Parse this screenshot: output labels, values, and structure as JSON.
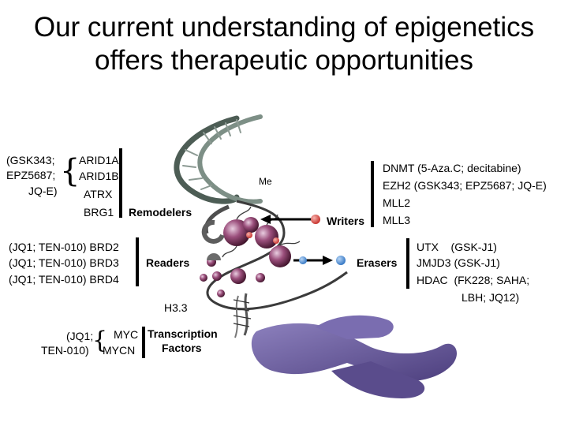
{
  "title": {
    "line1": "Our current understanding of epigenetics",
    "line2": "offers therapeutic opportunities"
  },
  "remodelers": {
    "inhibitors": [
      "(GSK343;",
      "EPZ5687;",
      "JQ-E)"
    ],
    "proteins": [
      "ARID1A",
      "ARID1B",
      "ATRX",
      "BRG1"
    ],
    "label": "Remodelers"
  },
  "readers": {
    "rows": [
      "(JQ1; TEN-010) BRD2",
      "(JQ1; TEN-010) BRD3",
      "(JQ1; TEN-010) BRD4"
    ],
    "label": "Readers"
  },
  "writers": {
    "label": "Writers",
    "rows": [
      "DNMT (5-Aza.C; decitabine)",
      "EZH2 (GSK343; EPZ5687; JQ-E)",
      "MLL2",
      "MLL3"
    ]
  },
  "erasers": {
    "label": "Erasers",
    "rows": [
      "UTX    (GSK-J1)",
      "JMJD3 (GSK-J1)",
      "HDAC  (FK228; SAHA;",
      "LBH; JQ12)"
    ]
  },
  "histone_variant": "H3.3",
  "transcription_factors": {
    "inhibitors": [
      "(JQ1;",
      "TEN-010)"
    ],
    "proteins": [
      "MYC",
      "MYCN"
    ],
    "label_line1": "Transcription",
    "label_line2": "Factors"
  },
  "me_label": "Me",
  "colors": {
    "methyl_red": "#d9403a",
    "eraser_blue": "#3f86d6",
    "nucleosome_purple": "#6a2a4e",
    "dna_helix": "#5c6d64",
    "chromosome": "#6d5e9a"
  }
}
